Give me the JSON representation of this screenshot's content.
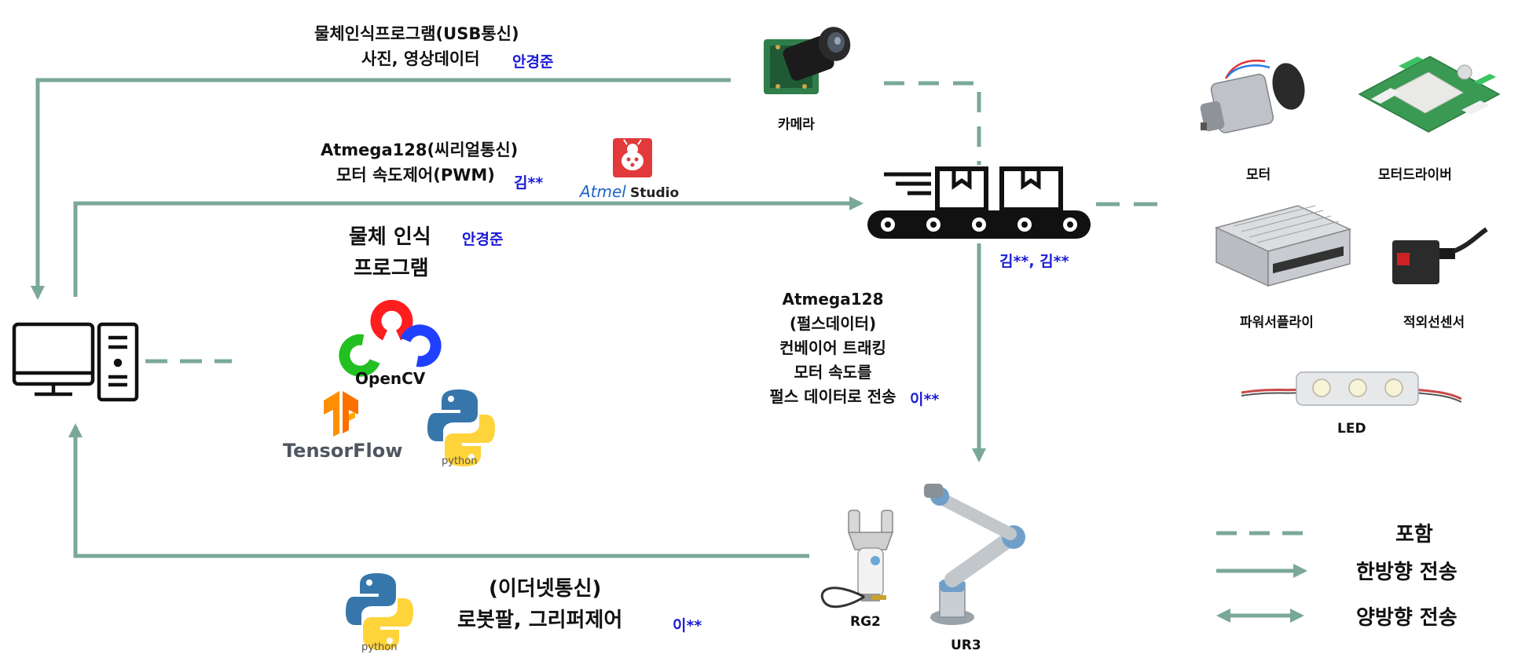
{
  "colors": {
    "line": "#7aa898",
    "dashed": "#7aa898",
    "assignee": "#1a1ad6",
    "text": "#111111"
  },
  "links": {
    "camera_to_pc": {
      "title": "물체인식프로그램(USB통신)",
      "subtitle": "사진, 영상데이터",
      "assignee": "안경준"
    },
    "pc_to_conveyor": {
      "title": "Atmega128(씨리얼통신)",
      "subtitle": "모터 속도제어(PWM)",
      "assignee": "김**"
    },
    "conveyor_to_robot": {
      "lines": [
        "Atmega128",
        "(펄스데이터)",
        "컨베이어 트래킹",
        "모터 속도를",
        "펄스 데이터로 전송"
      ],
      "assignee": "이**"
    },
    "pc_to_robot": {
      "title": "(이더넷통신)",
      "subtitle": "로봇팔, 그리퍼제어",
      "assignee": "이**"
    }
  },
  "program": {
    "title_line1": "물체 인식",
    "title_line2": "프로그램",
    "assignee": "안경준"
  },
  "conveyor": {
    "assignee": "김**, 김**"
  },
  "logos": {
    "atmel_brand": "Atmel",
    "atmel_product": "Studio",
    "opencv": "OpenCV",
    "tensorflow": "TensorFlow",
    "python": "python"
  },
  "devices": {
    "camera": "카메라",
    "rg2": "RG2",
    "ur3": "UR3",
    "motor": "모터",
    "motor_driver": "모터드라이버",
    "power_supply": "파워서플라이",
    "ir_sensor": "적외선센서",
    "led": "LED"
  },
  "legend": {
    "include": "포함",
    "one_way": "한방향 전송",
    "two_way": "양방향 전송"
  }
}
